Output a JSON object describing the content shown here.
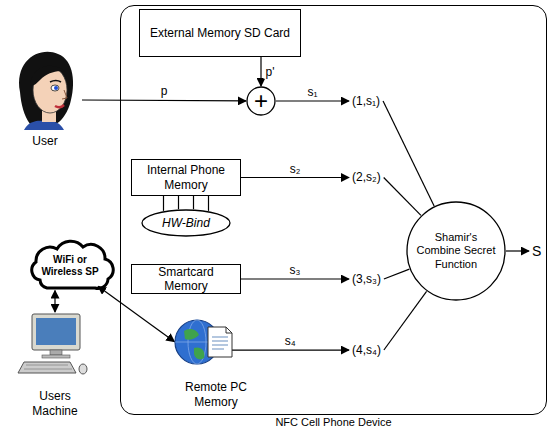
{
  "diagram": {
    "nodes": [
      {
        "text": [
          "User"
        ]
      },
      {
        "text": [
          "WiFi or Wireless SP"
        ]
      },
      {
        "text": [
          "Users Machine"
        ]
      },
      {
        "text": [
          "NFC Cell Phone Device"
        ]
      },
      {
        "text": [
          "External Memory SD Card"
        ],
        "in": 3
      },
      {
        "text": [
          "+"
        ],
        "in": 3
      },
      {
        "text": [
          "(1,s₁)"
        ],
        "in": 3
      },
      {
        "text": [
          "Internal Phone Memory"
        ],
        "in": 3
      },
      {
        "text": [
          "HW-Bind"
        ],
        "in": 3
      },
      {
        "text": [
          "(2,s₂)"
        ],
        "in": 3
      },
      {
        "text": [
          "Smartcard Memory"
        ],
        "in": 3
      },
      {
        "text": [
          "(3,s₃)"
        ],
        "in": 3
      },
      {
        "text": [
          "Remote PC Memory"
        ],
        "in": 3
      },
      {
        "text": [
          "(4,s₄)"
        ],
        "in": 3
      },
      {
        "text": [
          "Shamir's Combine Secret Function"
        ],
        "in": 3
      },
      {
        "text": [
          "S"
        ],
        "in": 3
      }
    ],
    "edges": [
      {
        "from": 0,
        "to": 5,
        "label": "p",
        "arrow": "to"
      },
      {
        "from": 4,
        "to": 5,
        "label": "p'",
        "arrow": "to"
      },
      {
        "from": 5,
        "to": 6,
        "label": "s₁",
        "arrow": "to"
      },
      {
        "from": 7,
        "to": 9,
        "label": "s₂",
        "arrow": "to"
      },
      {
        "from": 10,
        "to": 11,
        "label": "s₃",
        "arrow": "to"
      },
      {
        "from": 12,
        "to": 13,
        "label": "s₄",
        "arrow": "to"
      },
      {
        "from": 6,
        "to": 14,
        "arrow": "none"
      },
      {
        "from": 9,
        "to": 14,
        "arrow": "none"
      },
      {
        "from": 11,
        "to": 14,
        "arrow": "none"
      },
      {
        "from": 13,
        "to": 14,
        "arrow": "none"
      },
      {
        "from": 14,
        "to": 15,
        "arrow": "to"
      },
      {
        "from": 7,
        "to": 8,
        "arrow": "none"
      },
      {
        "from": 1,
        "to": 12,
        "arrow": "both"
      },
      {
        "from": 1,
        "to": 2,
        "arrow": "both"
      }
    ]
  }
}
